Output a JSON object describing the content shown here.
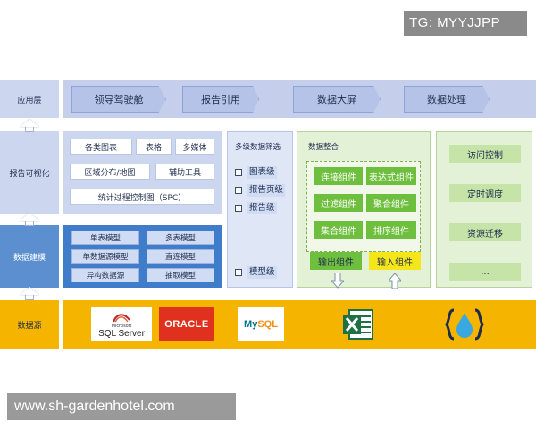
{
  "watermarks": {
    "top": "TG: MYYJJPP",
    "bottom": "www.sh-gardenhotel.com"
  },
  "layers": {
    "application": "应用层",
    "visualization": "报告可视化",
    "modeling": "数据建模",
    "source": "数据源"
  },
  "application_items": [
    "领导驾驶舱",
    "报告引用",
    "数据大屏",
    "数据处理"
  ],
  "visualization": {
    "row1": [
      "各类图表",
      "表格",
      "多媒体"
    ],
    "row2": [
      "区域分布/地图",
      "辅助工具"
    ],
    "row3": "统计过程控制图（SPC）"
  },
  "modeling": {
    "rows": [
      [
        "单表模型",
        "多表模型"
      ],
      [
        "单数据源模型",
        "直连模型"
      ],
      [
        "异构数据源",
        "抽取模型"
      ]
    ]
  },
  "filter": {
    "title": "多级数据筛选",
    "items": [
      "图表级",
      "报告页级",
      "报告级",
      "模型级"
    ]
  },
  "integration": {
    "title": "数据整合",
    "grid": [
      [
        "连接组件",
        "表达式组件"
      ],
      [
        "过滤组件",
        "聚合组件"
      ],
      [
        "集合组件",
        "排序组件"
      ]
    ],
    "output": "输出组件",
    "input": "输入组件"
  },
  "management": [
    "访问控制",
    "定时调度",
    "资源迁移",
    "..."
  ],
  "sources": {
    "sqlserver_name": "SQL Server",
    "sqlserver_maker": "Microsoft",
    "oracle": "ORACLE",
    "mysql_a": "My",
    "mysql_b": "SQL",
    "excel_icon": "excel-icon",
    "json_icon": "json-icon"
  },
  "colors": {
    "app_band": "#c5cfec",
    "model_band": "#3f7cc9",
    "source_band": "#f4b400",
    "integration_green": "#6fbf3f",
    "input_yellow": "#f5e61a"
  }
}
